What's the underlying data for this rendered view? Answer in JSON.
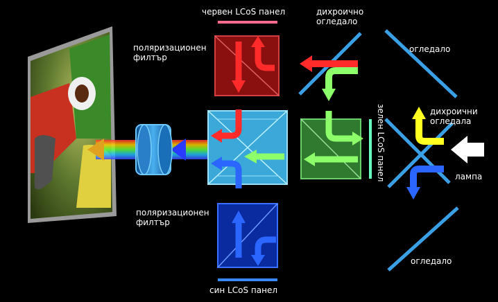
{
  "labels": {
    "red_panel": "червен LCoS панел",
    "dichroic_mirror": "дихроично огледало",
    "mirror_top": "огледало",
    "polarizer_top": "поляризационен филтър",
    "green_panel": "зелен LCoS панел",
    "dichroic_mirrors": "дихроични огледала",
    "lamp": "лампа",
    "polarizer_bottom": "поляризационен филтър",
    "mirror_bottom": "огледало",
    "blue_panel": "син LCoS панел"
  },
  "colors": {
    "background": "#000000",
    "mirror": "#3aa0e6",
    "red_beam": "#ff2a2a",
    "green_beam": "#8cff6a",
    "blue_beam": "#2a66ff",
    "yellow_beam": "#ffff22",
    "white_beam": "#ffffff",
    "red_prism": "#8a1010",
    "green_prism": "#2f7a2f",
    "blue_prism": "#0a2aa0",
    "combiner_prism": "#3aa8d8",
    "green_panel": "#6affc0"
  },
  "icons": {
    "screen": "projected-image-parrot",
    "lens": "projection-lens"
  }
}
